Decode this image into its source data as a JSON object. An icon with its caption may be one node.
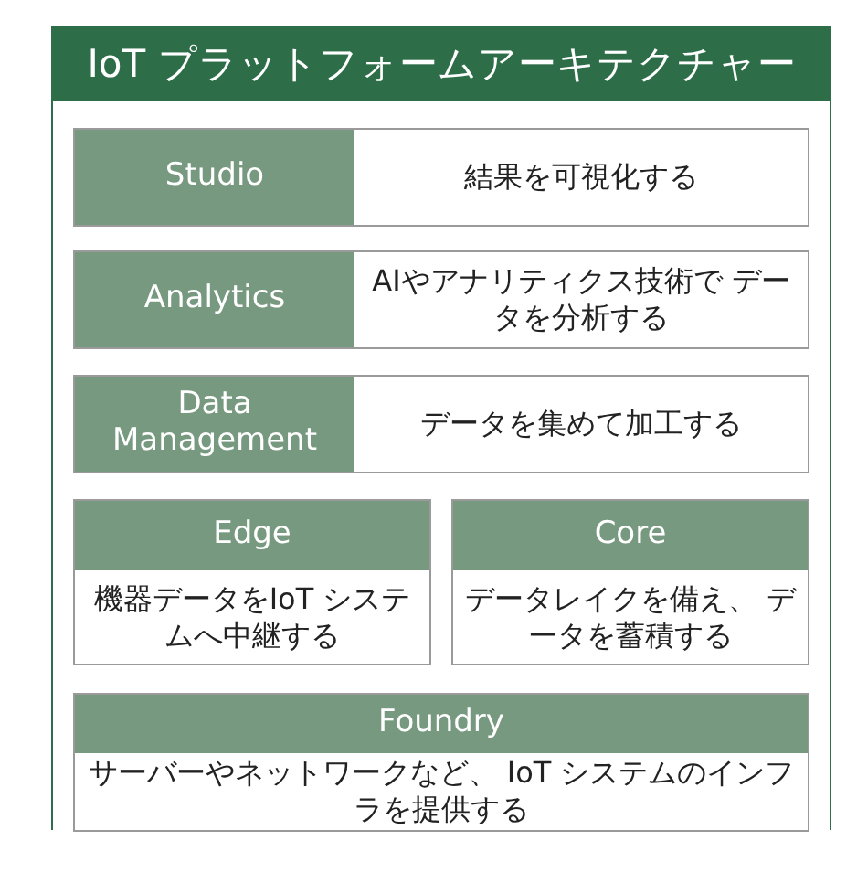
{
  "diagram": {
    "nodes": [
      {
        "text": [
          "IoT プラットフォームアーキテクチャー"
        ]
      },
      {
        "text": [
          "Studio",
          "結果を可視化する"
        ],
        "in": 0
      },
      {
        "text": [
          "Analytics",
          "AIやアナリティクス技術で データを分析する"
        ],
        "in": 0
      },
      {
        "text": [
          "Data Management",
          "データを集めて加工する"
        ],
        "in": 0
      },
      {
        "text": [
          "Edge",
          "機器データをIoT システムへ中継する"
        ],
        "in": 0
      },
      {
        "text": [
          "Core",
          "データレイクを備え、 データを蓄積する"
        ],
        "in": 0
      },
      {
        "text": [
          "Foundry",
          "サーバーやネットワークなど、 IoT システムのインフラを提供する"
        ],
        "in": 0
      }
    ],
    "edges": []
  }
}
